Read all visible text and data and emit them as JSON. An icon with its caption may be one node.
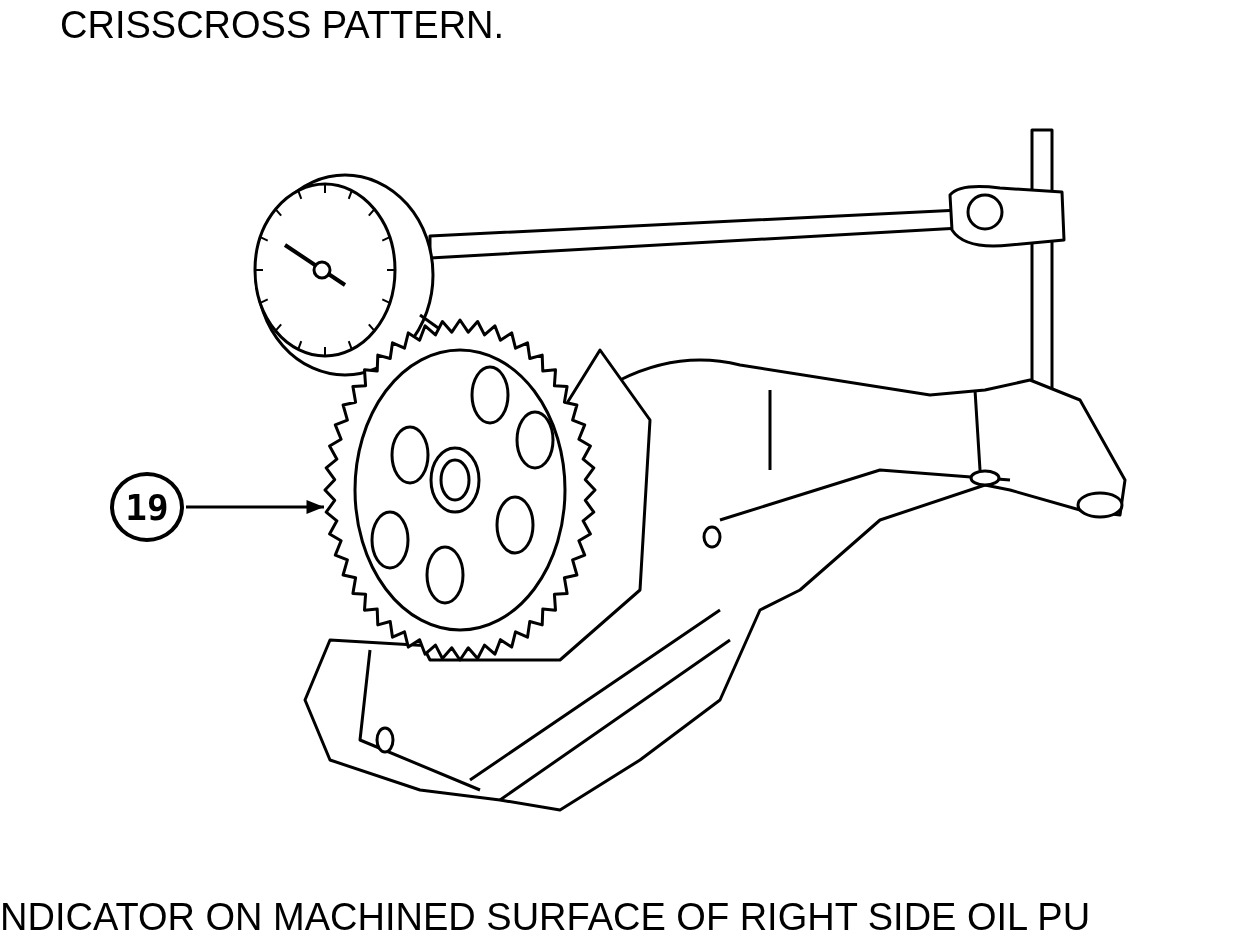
{
  "diagram": {
    "nodes": [
      {
        "text": [
          "19"
        ]
      },
      {
        "text": [],
        "shape": "picture"
      }
    ],
    "edges": [
      {
        "from": 0,
        "to": 1,
        "arrow": "to"
      }
    ],
    "labels": [
      "CRISSCROSS PATTERN.",
      "NDICATOR ON MACHINED SURFACE OF RIGHT SIDE OIL PU"
    ]
  }
}
